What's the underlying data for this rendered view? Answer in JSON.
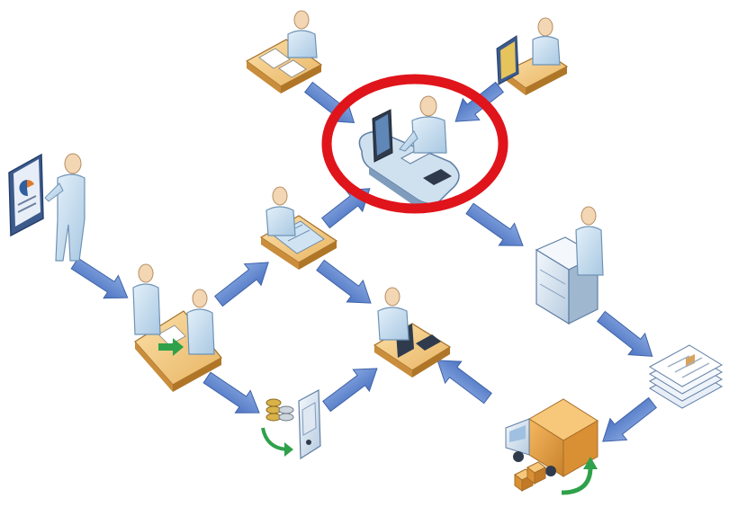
{
  "colors": {
    "arrow_fill": "#5f86cf",
    "arrow_stroke": "#3f63a8",
    "highlight_ring": "#e0141b",
    "desk_top": "#f6cf8c",
    "desk_side": "#c98d3c",
    "person_fill": "#cfe3f1",
    "person_stroke": "#6f93b6",
    "skin": "#f3d6b4"
  },
  "highlight": {
    "target": "central-workstation",
    "shape": "ellipse-ring"
  },
  "nodes": [
    {
      "id": "presenter",
      "icon": "presenter-with-chart-board-icon"
    },
    {
      "id": "paper-desk-worker",
      "icon": "person-at-desk-with-papers-icon"
    },
    {
      "id": "monitor-desk-worker",
      "icon": "person-at-desk-with-monitor-icon"
    },
    {
      "id": "central-workstation",
      "icon": "person-at-computer-workstation-icon"
    },
    {
      "id": "meeting",
      "icon": "two-people-meeting-at-desk-icon"
    },
    {
      "id": "planning-desk",
      "icon": "person-at-blueprint-desk-icon"
    },
    {
      "id": "computer-desk",
      "icon": "person-at-desk-with-computer-icon"
    },
    {
      "id": "printer-operator",
      "icon": "person-at-large-printer-icon"
    },
    {
      "id": "document-stack",
      "icon": "stack-of-documents-icon"
    },
    {
      "id": "delivery-truck",
      "icon": "delivery-truck-with-boxes-icon"
    },
    {
      "id": "payment-terminal",
      "icon": "coins-and-payment-terminal-icon"
    }
  ]
}
